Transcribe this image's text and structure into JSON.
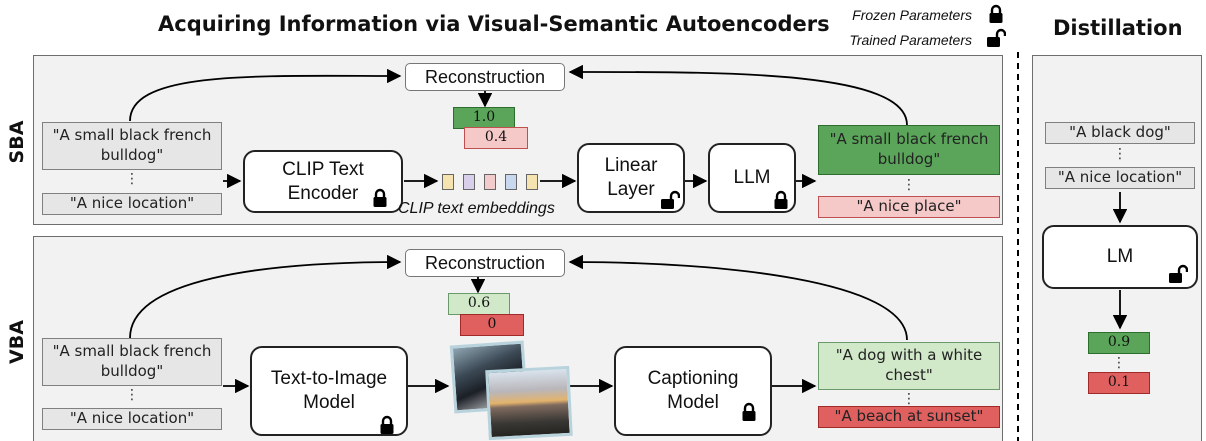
{
  "header": {
    "main_title": "Acquiring Information via Visual-Semantic Autoencoders",
    "side_title": "Distillation",
    "legend_frozen": "Frozen Parameters",
    "legend_trained": "Trained Parameters"
  },
  "sba": {
    "label": "SBA",
    "input_1": "\"A small black french bulldog\"",
    "input_2": "\"A nice location\"",
    "encoder": "CLIP Text Encoder",
    "embeddings_label": "CLIP text embeddings",
    "linear": "Linear Layer",
    "llm": "LLM",
    "output_1": "\"A small black french bulldog\"",
    "output_2": "\"A nice place\"",
    "reconstruction": "Reconstruction",
    "score_1": "1.0",
    "score_2": "0.4",
    "embedding_colors": [
      "#f5e3b0",
      "#d8d0ea",
      "#f2cccc",
      "#c8d8ef",
      "#f5e3b0"
    ]
  },
  "vba": {
    "label": "VBA",
    "input_1": "\"A small black french bulldog\"",
    "input_2": "\"A nice location\"",
    "t2i": "Text-to-Image Model",
    "captioning": "Captioning Model",
    "output_1": "\"A dog with a white chest\"",
    "output_2": "\"A beach at sunset\"",
    "reconstruction": "Reconstruction",
    "score_1": "0.6",
    "score_2": "0"
  },
  "distillation": {
    "input_1": "\"A black dog\"",
    "input_2": "\"A nice location\"",
    "model": "LM",
    "score_1": "0.9",
    "score_2": "0.1"
  },
  "colors": {
    "dark_green": "#5aa55a",
    "light_green": "#d1e8c9",
    "dark_red": "#e06060",
    "light_red": "#f6c9c9"
  }
}
